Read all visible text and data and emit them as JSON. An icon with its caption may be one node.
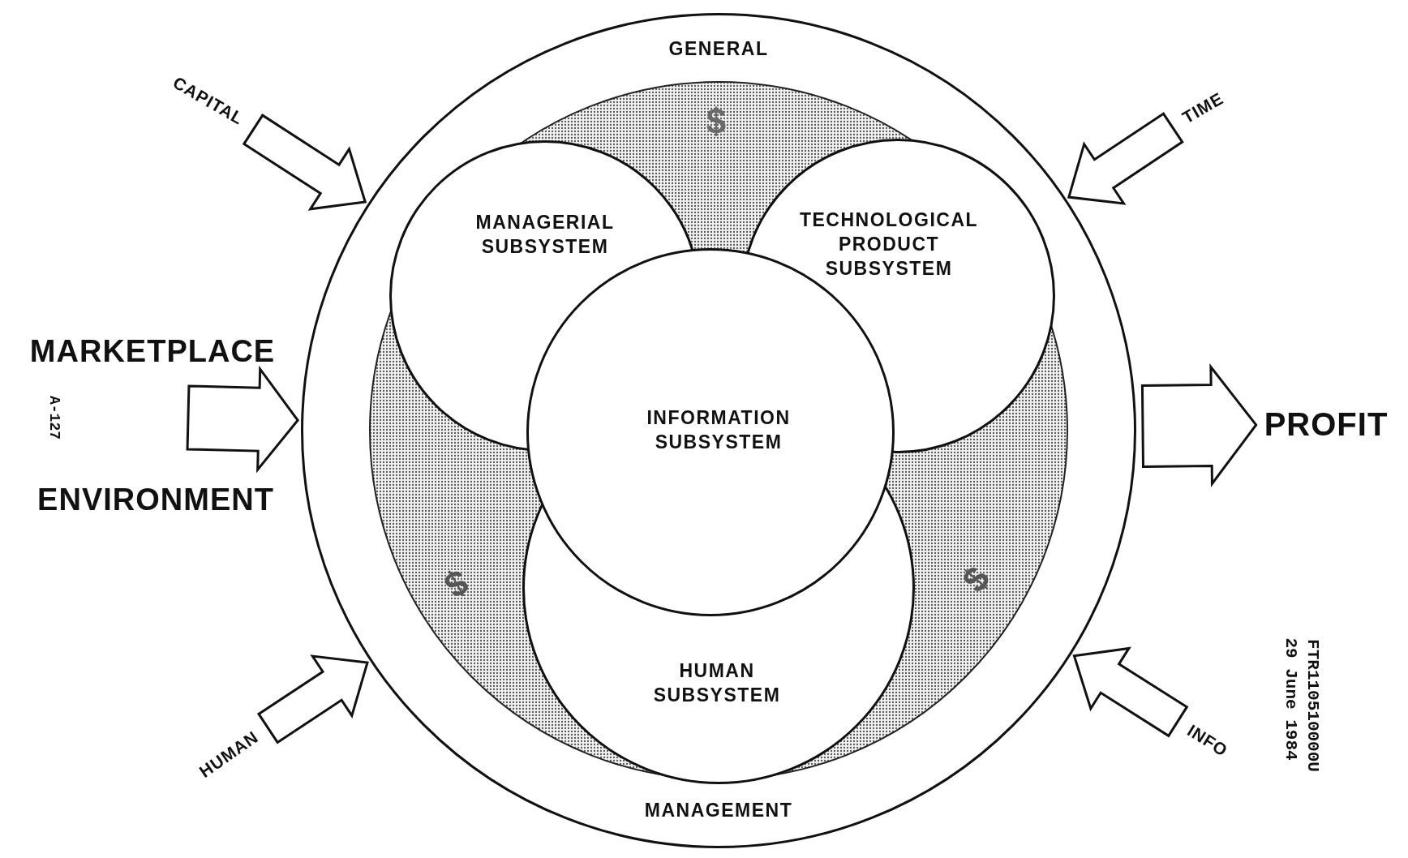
{
  "diagram": {
    "nodes": [
      {
        "text": [
          "GENERAL",
          "MANAGEMENT"
        ]
      },
      {
        "text": [
          "MANAGERIAL SUBSYSTEM"
        ],
        "in": 0
      },
      {
        "text": [
          "TECHNOLOGICAL PRODUCT SUBSYSTEM"
        ],
        "in": 0
      },
      {
        "text": [
          "INFORMATION SUBSYSTEM"
        ],
        "in": 0
      },
      {
        "text": [
          "HUMAN SUBSYSTEM"
        ],
        "in": 0
      },
      {
        "text": [
          "CAPITAL"
        ]
      },
      {
        "text": [
          "TIME"
        ]
      },
      {
        "text": [
          "MARKETPLACE",
          "ENVIRONMENT"
        ]
      },
      {
        "text": [
          "PROFIT"
        ]
      },
      {
        "text": [
          "HUMAN"
        ]
      },
      {
        "text": [
          "INFO"
        ]
      }
    ],
    "edges": [
      {
        "from": 5,
        "to": 0,
        "arrow": "to"
      },
      {
        "from": 6,
        "to": 0,
        "arrow": "to"
      },
      {
        "from": 7,
        "to": 0,
        "arrow": "to"
      },
      {
        "from": 0,
        "to": 8,
        "arrow": "to"
      },
      {
        "from": 9,
        "to": 0,
        "arrow": "to"
      },
      {
        "from": 10,
        "to": 0,
        "arrow": "to"
      }
    ],
    "labels": [
      "$",
      "$",
      "$",
      "A-127",
      "FTR110510000U",
      "29 June 1984"
    ]
  }
}
